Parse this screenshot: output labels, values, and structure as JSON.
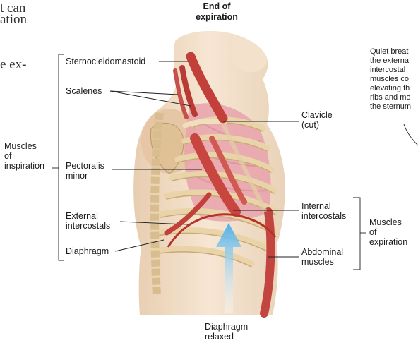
{
  "top_fragments": [
    "t can",
    "ation",
    "e ex-"
  ],
  "title": "End of\nexpiration",
  "side_note": "Quiet breat\nthe externa\nintercostal\nmuscles co\nelevating th\nribs and mo\nthe sternum",
  "labels": {
    "sternocleidomastoid": "Sternocleidomastoid",
    "scalenes": "Scalenes",
    "pectoralis_minor": "Pectoralis\nminor",
    "external_intercostals": "External\nintercostals",
    "diaphragm": "Diaphragm",
    "clavicle": "Clavicle\n(cut)",
    "internal_intercostals": "Internal\nintercostals",
    "abdominal_muscles": "Abdominal\nmuscles",
    "diaphragm_relaxed": "Diaphragm\nrelaxed"
  },
  "groups": {
    "inspiration": "Muscles\nof\ninspiration",
    "expiration": "Muscles\nof\nexpiration"
  },
  "colors": {
    "skin": "#f2ddc4",
    "muscle": "#c9453f",
    "bone": "#eedcb6",
    "lung": "#e8a4ad",
    "arrow": "#59b8ea"
  }
}
